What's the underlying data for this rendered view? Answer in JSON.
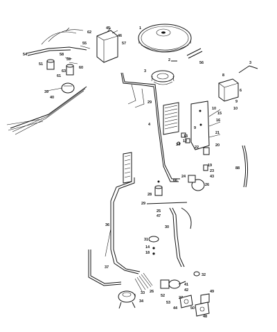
{
  "callouts": {
    "c1": "1",
    "c2": "2",
    "c3": "3",
    "c4": "4",
    "c6": "6",
    "c8": "8",
    "c9": "9",
    "c10": "10",
    "c12": "12",
    "c14": "14",
    "c15": "15",
    "c16": "16",
    "c18": "18",
    "c19": "19",
    "c20": "20",
    "c21": "21",
    "c22": "22",
    "c23": "23",
    "c24": "24",
    "c25": "25",
    "c26": "26",
    "c27": "27",
    "c28": "28",
    "c29": "29",
    "c30": "30",
    "c31": "31",
    "c32": "32",
    "c33": "33",
    "c34": "34",
    "c36": "36",
    "c37": "37",
    "c39": "39",
    "c40": "40",
    "c41": "41",
    "c42": "42",
    "c43": "43",
    "c44": "44",
    "c45": "45",
    "c46": "46",
    "c47": "47",
    "c48": "48",
    "c49": "49",
    "c50": "50",
    "c51": "51",
    "c52": "52",
    "c53": "53",
    "c54": "54",
    "c55": "55",
    "c56": "56",
    "c57": "57",
    "c58": "58",
    "c59": "59",
    "c60": "60",
    "c61": "61",
    "c62": "62",
    "c63": "63",
    "c66": "66",
    "c88": "88"
  }
}
